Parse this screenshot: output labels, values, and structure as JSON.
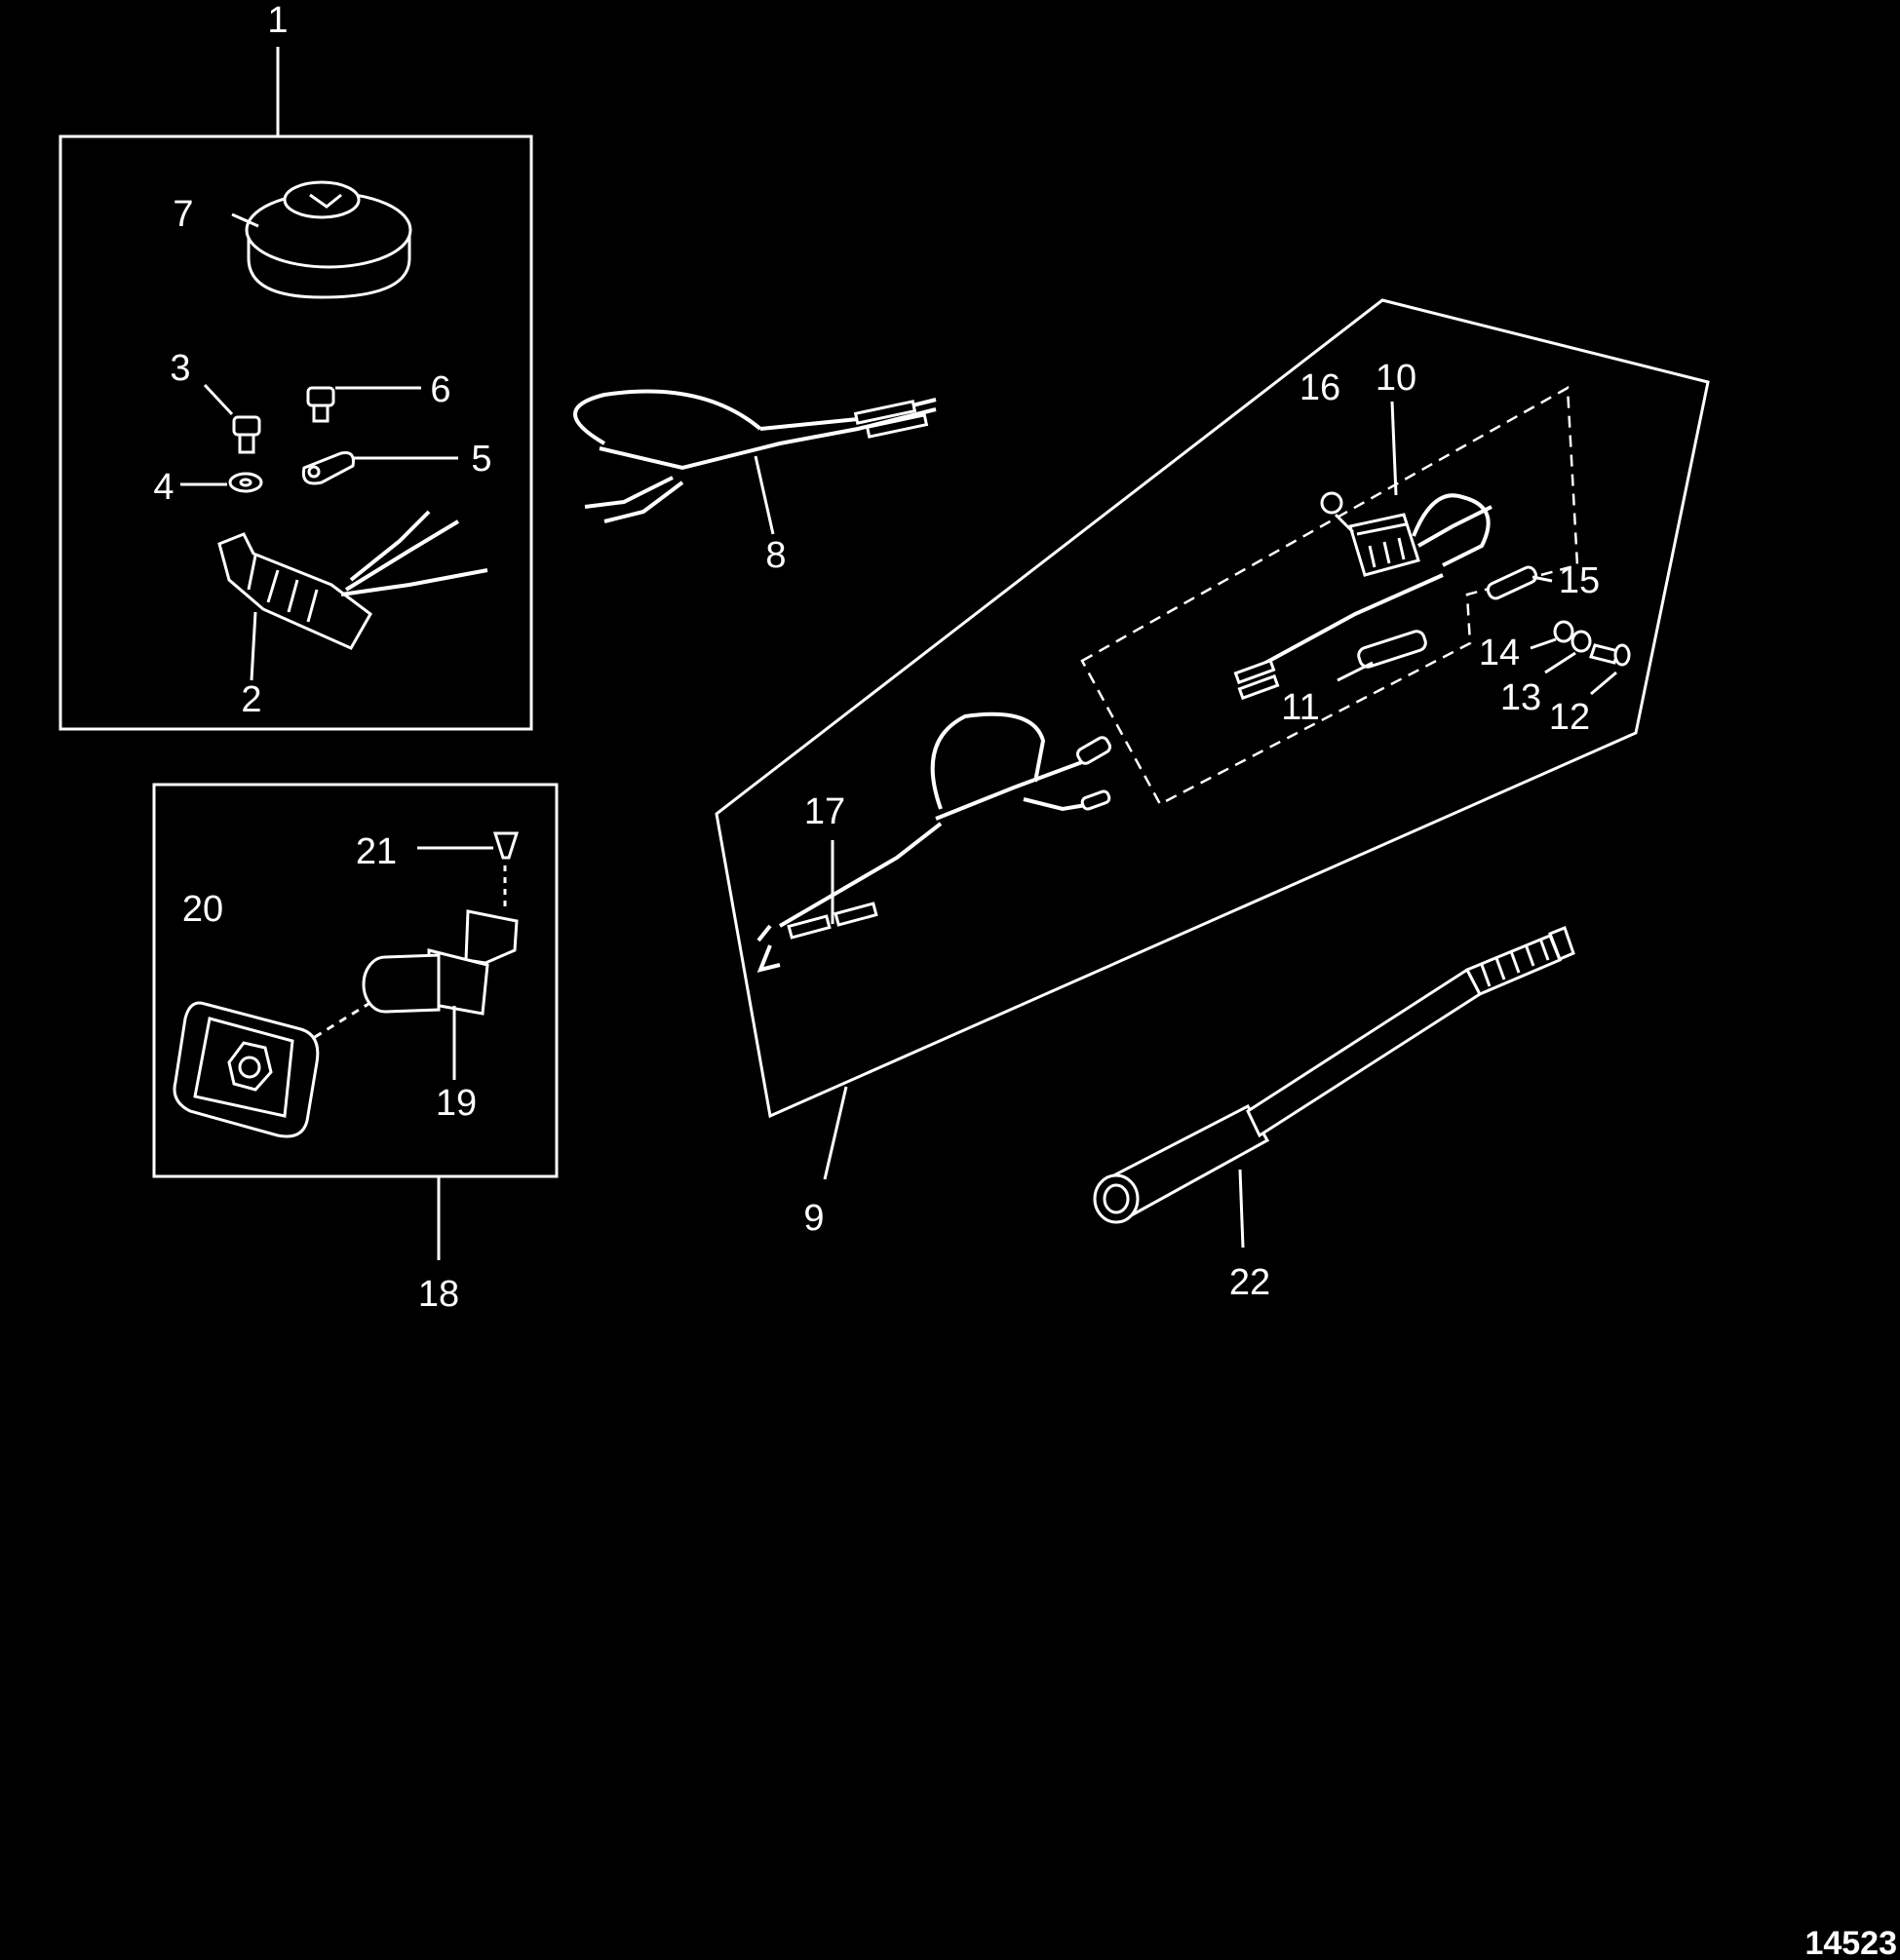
{
  "diagram": {
    "callouts": [
      {
        "id": "c1",
        "text": "1"
      },
      {
        "id": "c2",
        "text": "2"
      },
      {
        "id": "c3",
        "text": "3"
      },
      {
        "id": "c4",
        "text": "4"
      },
      {
        "id": "c5",
        "text": "5"
      },
      {
        "id": "c6",
        "text": "6"
      },
      {
        "id": "c7",
        "text": "7"
      },
      {
        "id": "c8",
        "text": "8"
      },
      {
        "id": "c9",
        "text": "9"
      },
      {
        "id": "c10",
        "text": "10"
      },
      {
        "id": "c11",
        "text": "11"
      },
      {
        "id": "c12",
        "text": "12"
      },
      {
        "id": "c13",
        "text": "13"
      },
      {
        "id": "c14",
        "text": "14"
      },
      {
        "id": "c15",
        "text": "15"
      },
      {
        "id": "c16",
        "text": "16"
      },
      {
        "id": "c17",
        "text": "17"
      },
      {
        "id": "c18",
        "text": "18"
      },
      {
        "id": "c19",
        "text": "19"
      },
      {
        "id": "c20",
        "text": "20"
      },
      {
        "id": "c21",
        "text": "21"
      },
      {
        "id": "c22",
        "text": "22"
      }
    ],
    "figure_number": "14523"
  },
  "colors": {
    "background": "#000000",
    "ink": "#ffffff"
  }
}
